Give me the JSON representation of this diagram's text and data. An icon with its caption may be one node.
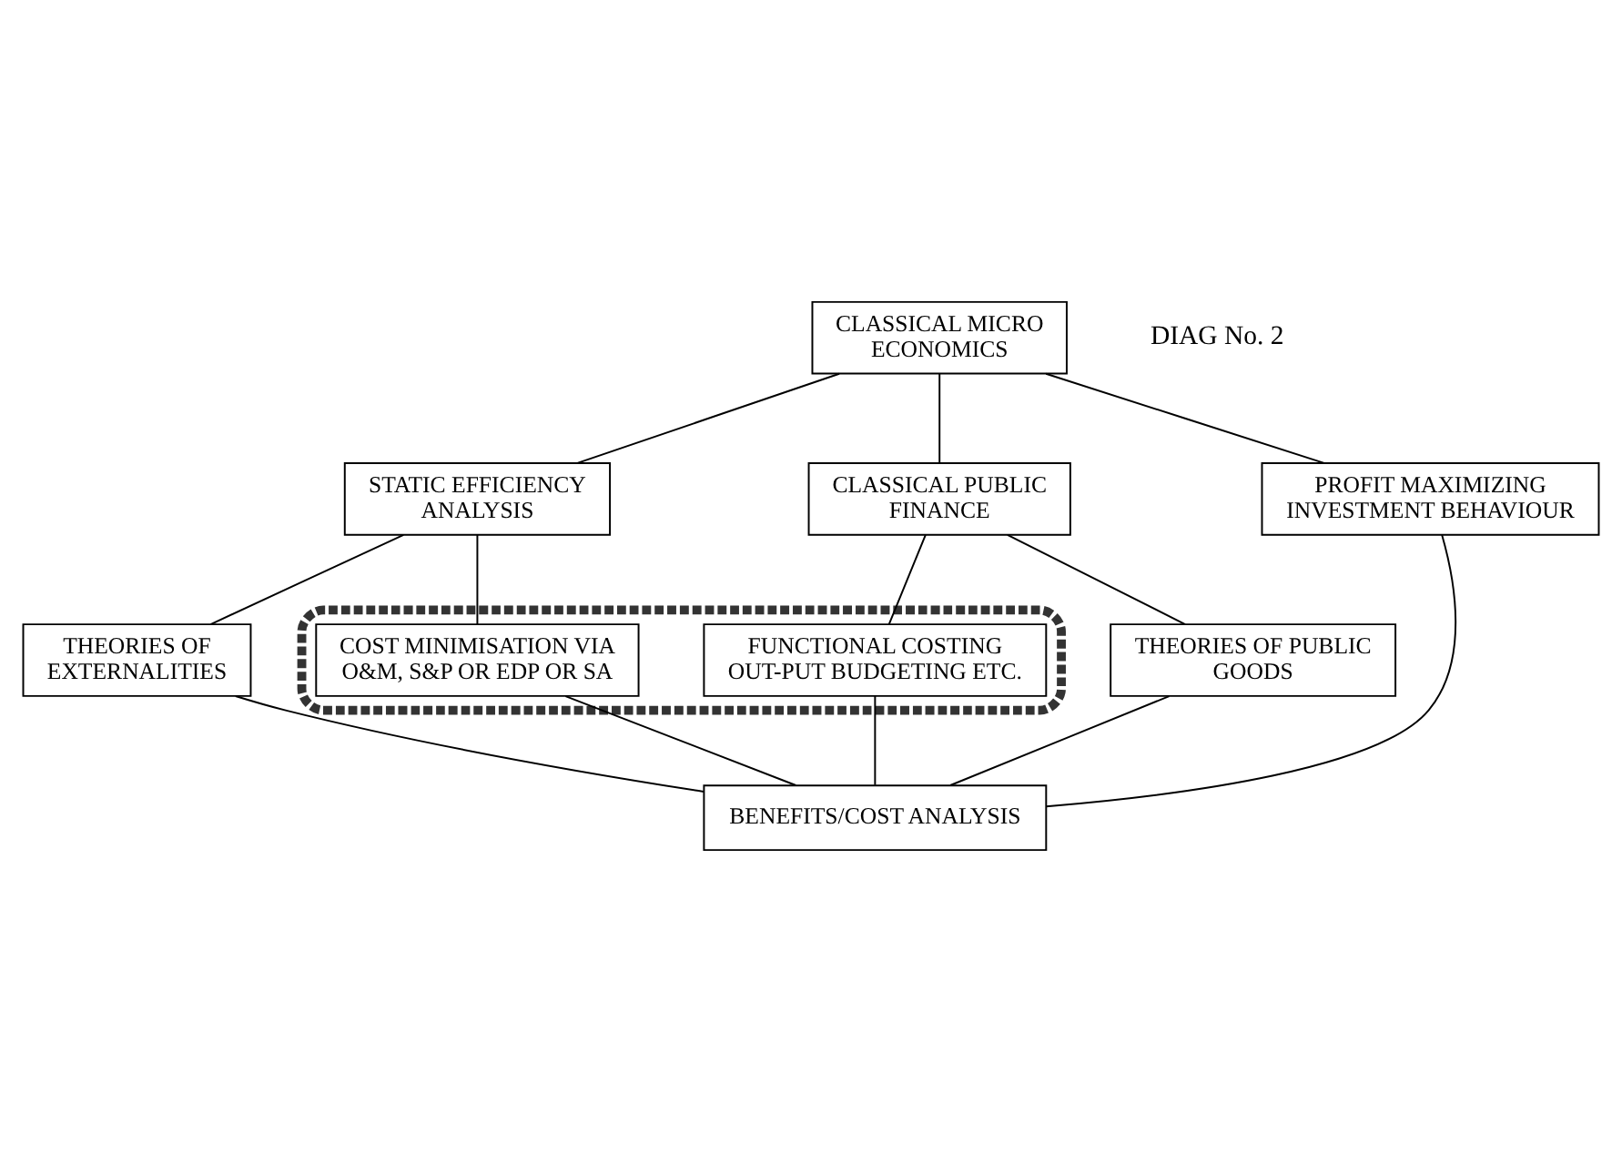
{
  "diagram": {
    "nodes": [
      {
        "text": [
          "CLASSICAL MICRO ECONOMICS"
        ]
      },
      {
        "text": [
          "STATIC EFFICIENCY ANALYSIS"
        ]
      },
      {
        "text": [
          "CLASSICAL PUBLIC FINANCE"
        ]
      },
      {
        "text": [
          "PROFIT MAXIMIZING INVESTMENT BEHAVIOUR"
        ]
      },
      {
        "text": [],
        "shape": "box"
      },
      {
        "text": [
          "COST MINIMISATION VIA O&M, S&P OR EDP OR SA"
        ],
        "in": 4
      },
      {
        "text": [
          "FUNCTIONAL COSTING OUT-PUT BUDGETING ETC."
        ],
        "in": 4
      },
      {
        "text": [
          "THEORIES OF EXTERNALITIES"
        ]
      },
      {
        "text": [
          "THEORIES OF PUBLIC GOODS"
        ]
      },
      {
        "text": [
          "BENEFITS/COST ANALYSIS"
        ]
      }
    ],
    "edges": [
      {
        "from": 0,
        "to": 1,
        "arrow": "none"
      },
      {
        "from": 0,
        "to": 2,
        "arrow": "none"
      },
      {
        "from": 0,
        "to": 3,
        "arrow": "none"
      },
      {
        "from": 1,
        "to": 5,
        "arrow": "none"
      },
      {
        "from": 2,
        "to": 6,
        "arrow": "none"
      },
      {
        "from": 1,
        "to": 7,
        "arrow": "none"
      },
      {
        "from": 2,
        "to": 8,
        "arrow": "none"
      },
      {
        "from": 3,
        "to": 9,
        "arrow": "none"
      },
      {
        "from": 7,
        "to": 9,
        "arrow": "none"
      },
      {
        "from": 5,
        "to": 9,
        "arrow": "none"
      },
      {
        "from": 6,
        "to": 9,
        "arrow": "none"
      },
      {
        "from": 8,
        "to": 9,
        "arrow": "none"
      }
    ],
    "labels": [
      "DIAG No. 2"
    ]
  }
}
